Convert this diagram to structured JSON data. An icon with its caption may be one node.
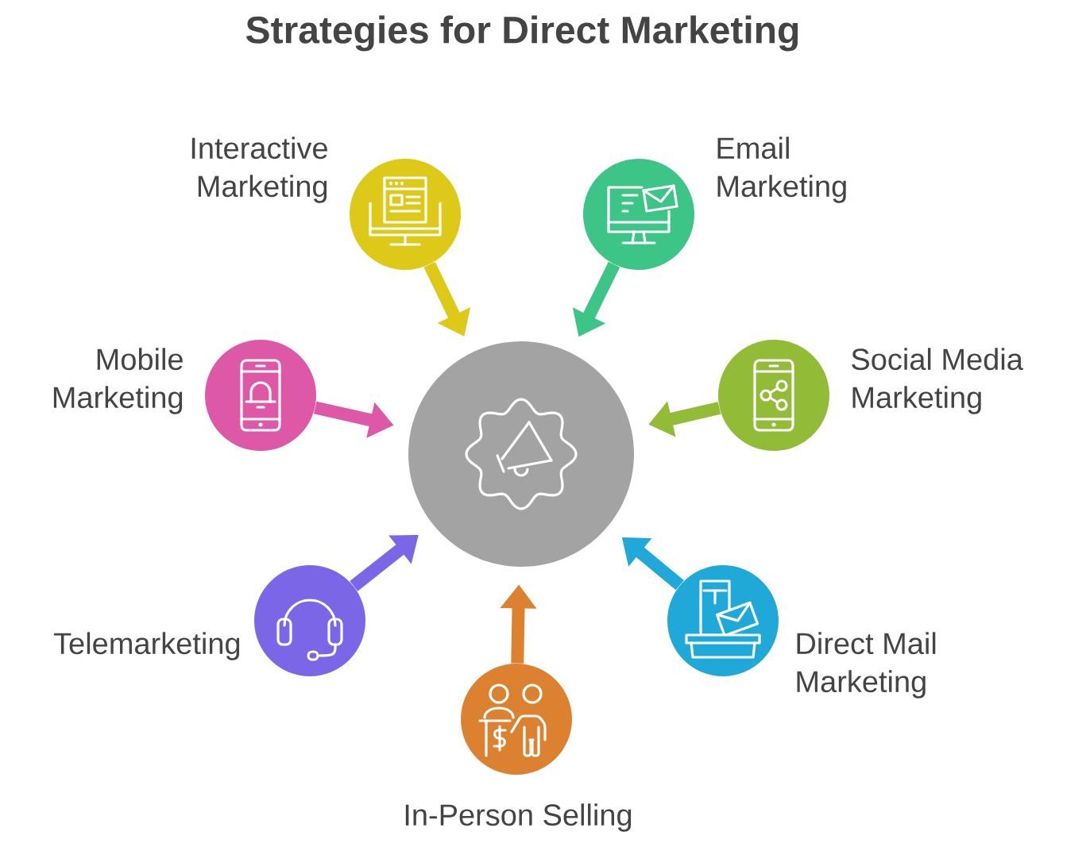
{
  "diagram": {
    "title": "Strategies for Direct Marketing",
    "nodes": [
      {
        "text": [],
        "shape": "circle",
        "beside": [
          "Interactive Marketing"
        ]
      },
      {
        "text": [],
        "shape": "circle",
        "beside": [
          "Email Marketing"
        ]
      },
      {
        "text": [],
        "shape": "circle",
        "beside": [
          "Mobile Marketing"
        ]
      },
      {
        "text": [],
        "shape": "circle"
      },
      {
        "text": [],
        "shape": "circle",
        "beside": [
          "Social Media Marketing"
        ]
      },
      {
        "text": [],
        "shape": "circle",
        "beside": [
          "Telemarketing"
        ]
      },
      {
        "text": [],
        "shape": "circle",
        "beside": [
          "Direct Mail Marketing"
        ]
      },
      {
        "text": [],
        "shape": "circle",
        "beside": [
          "In-Person Selling"
        ]
      }
    ],
    "edges": [
      {
        "from": 0,
        "to": 3,
        "arrow": "to",
        "color": "#dfc918"
      },
      {
        "from": 1,
        "to": 3,
        "arrow": "to",
        "color": "#3dc587"
      },
      {
        "from": 2,
        "to": 3,
        "arrow": "to",
        "color": "#dd58a6"
      },
      {
        "from": 4,
        "to": 3,
        "arrow": "to",
        "color": "#92bb38"
      },
      {
        "from": 5,
        "to": 3,
        "arrow": "to",
        "color": "#7a66e6"
      },
      {
        "from": 6,
        "to": 3,
        "arrow": "to",
        "color": "#20a8d9"
      },
      {
        "from": 7,
        "to": 3,
        "arrow": "to",
        "color": "#dc812f"
      }
    ]
  }
}
